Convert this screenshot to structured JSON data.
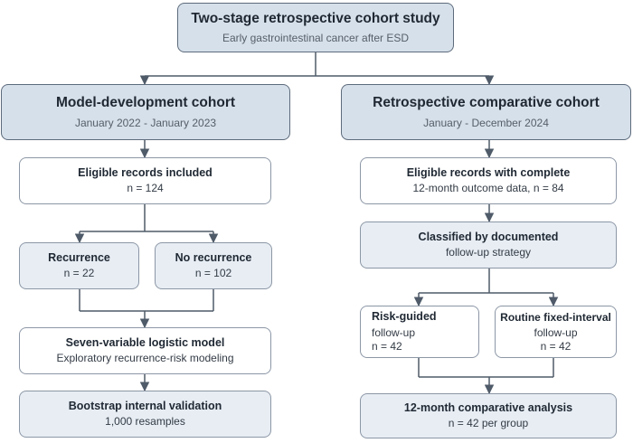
{
  "top": {
    "title": "Two-stage retrospective cohort study",
    "subtitle": "Early gastrointestinal cancer after ESD"
  },
  "left": {
    "header": {
      "title": "Model-development cohort",
      "subtitle": "January 2022 - January 2023"
    },
    "eligible": {
      "title": "Eligible records included",
      "sub": "n = 124"
    },
    "recurrence": {
      "title": "Recurrence",
      "sub": "n = 22"
    },
    "no_recurrence": {
      "title": "No recurrence",
      "sub": "n = 102"
    },
    "model": {
      "title": "Seven-variable logistic model",
      "sub": "Exploratory recurrence-risk modeling"
    },
    "bootstrap": {
      "title": "Bootstrap internal validation",
      "sub": "1,000 resamples"
    }
  },
  "right": {
    "header": {
      "title": "Retrospective comparative cohort",
      "subtitle": "January - December 2024"
    },
    "eligible": {
      "title": "Eligible records with complete",
      "sub": "12-month outcome data, n = 84"
    },
    "classified": {
      "title": "Classified by documented",
      "sub": "follow-up strategy"
    },
    "risk_guided": {
      "title": "Risk-guided",
      "sub1": "follow-up",
      "sub2": "n = 42"
    },
    "routine": {
      "title": "Routine fixed-interval",
      "sub1": "follow-up",
      "sub2": "n = 42"
    },
    "analysis": {
      "title": "12-month comparative analysis",
      "sub": "n = 42 per group"
    }
  },
  "colors": {
    "header_fill": "#d6e0ea",
    "light_fill": "#e7edf3",
    "border": "#8c97a6",
    "arrow": "#4f5b69"
  }
}
